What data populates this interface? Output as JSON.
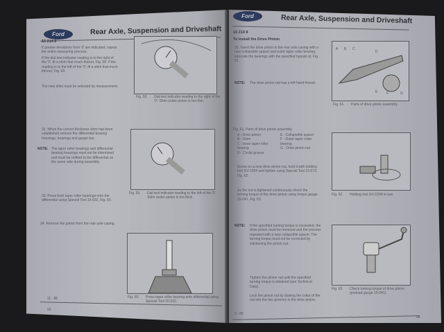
{
  "left_page": {
    "logo": "Ford",
    "title": "Rear Axle, Suspension and Driveshaft",
    "code": "15 214 8",
    "para1": "If greater deviations from '0' are indicated, repeat the entire measuring process.",
    "para2": "If the dial test indicator reading is to the right of the '0', fit a shim that much thicker, Fig. 58. If the reading is to the left of the '0', fit a shim that much thinner, Fig. 59.",
    "para3": "The new shim must be selected by measurement.",
    "step32": "32. When the correct thickness shim has been established remove the differential bearing housings, bearings and gauge bar.",
    "note_label": "NOTE:",
    "note": "The taper roller bearings and differential bearing housings must not be intermixed and must be refitted to the differential on the same side during assembly.",
    "step33": "33. Press both taper roller bearings onto the differential using Special Tool 15-032, Fig. 60.",
    "step34": "34. Remove the pinion from the rear axle casing.",
    "fig58": {
      "label": "Fig. 58.",
      "caption": "Dial test indicator reading to the right of the '0'. Shim under pinion is too thin."
    },
    "fig59": {
      "label": "Fig. 59.",
      "caption": "Dial test indicator reading to the left of the '0'. Shim under pinion is too thick."
    },
    "fig60": {
      "label": "Fig. 60.",
      "caption": "Press taper roller bearing onto differential using Special Tool 15-032."
    },
    "footer_section": "11 - 86",
    "page_number": "93"
  },
  "right_page": {
    "logo": "Ford",
    "title": "Rear Axle, Suspension and Driveshaft",
    "code": "15 214 8",
    "heading": "To install the Drive Pinion",
    "step35": "35. Insert the drive pinion in the rear axle casing with a new collapsible spacer and outer taper roller bearing, lubricate the bearings with the specified hypoid oil, Fig. 61.",
    "note1_label": "NOTE:",
    "note1": "The drive pinion nut has a left hand thread.",
    "fig61": {
      "label": "Fig. 61.",
      "caption": "Parts of drive pinion assembly.",
      "callouts": [
        "A",
        "B",
        "C",
        "D",
        "E",
        "F",
        "G"
      ]
    },
    "legend_title": "Fig. 61. Parts of drive pinion assembly.",
    "legend_left": [
      "A - Drive pinion",
      "B - Shim",
      "C - Inner taper roller bearing",
      "D - Circlip groove"
    ],
    "legend_right": [
      "E - Collapsible spacer",
      "F - Outer taper roller bearing",
      "G - Drive pinion nut"
    ],
    "para_screw": "Screw on a new drive pinion nut, hold it with holding tool GV-1504 and tighten using Special Tool 15-073, Fig. 62.",
    "para_torque": "As the nut is tightened continuously check the turning torque of the drive pinion using torque gauge 15-041, Fig. 63.",
    "note2_label": "NOTE:",
    "note2": "If the specified turning torque is exceeded, the drive pinion must be removed and the process repeated with a new collapsible spacer. The turning torque must not be corrected by slackening the pinion nut.",
    "para_tighten": "Tighten the pinion nut until the specified turning torque is obtained (see Technical Data).",
    "para_lock": "Lock the pinion nut by staking the collar of the nut into the two grooves in the drive pinion.",
    "fig62": {
      "label": "Fig. 62.",
      "caption": "Holding tool GV-1504 in use."
    },
    "fig63": {
      "label": "Fig. 63.",
      "caption": "Check turning torque of drive pinion (preload gauge 15-041)."
    },
    "footer_section": "2 - 85",
    "page_number": "94"
  }
}
